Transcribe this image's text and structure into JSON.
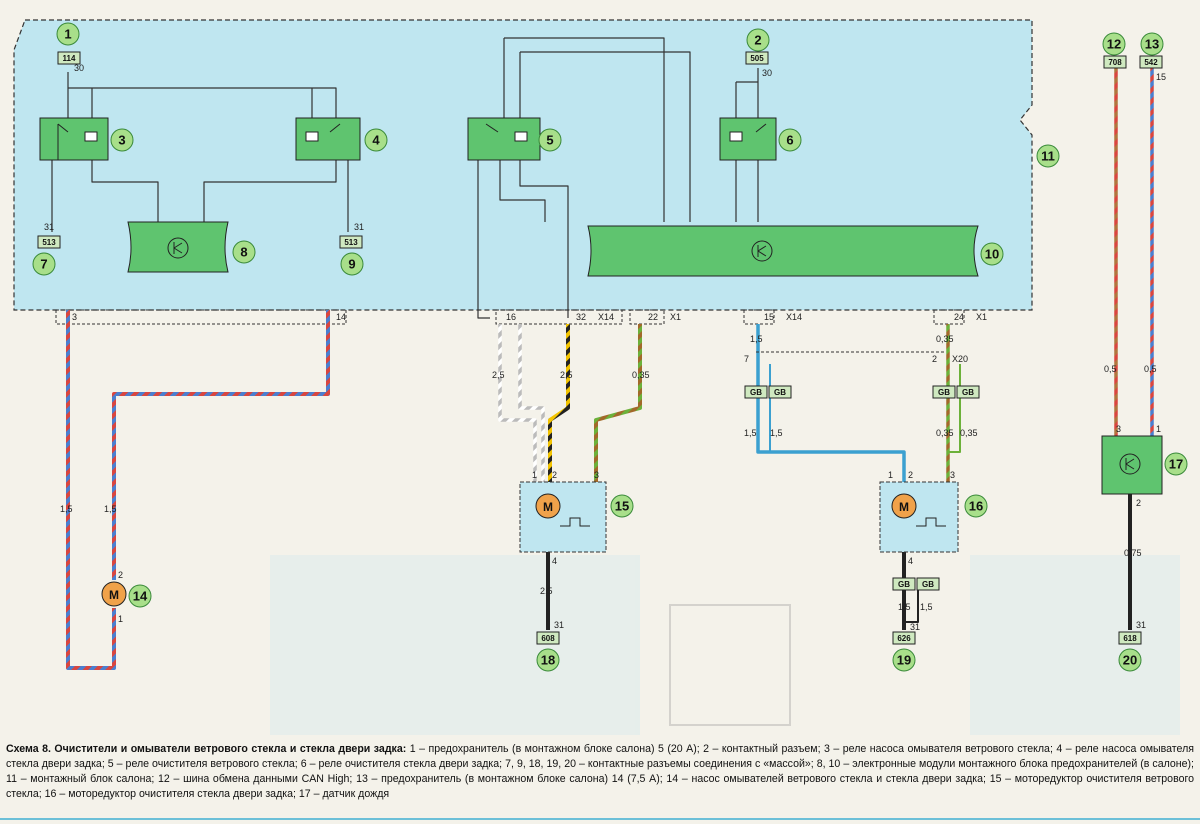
{
  "circles": [
    {
      "n": "1"
    },
    {
      "n": "2"
    },
    {
      "n": "3"
    },
    {
      "n": "4"
    },
    {
      "n": "5"
    },
    {
      "n": "6"
    },
    {
      "n": "7"
    },
    {
      "n": "8"
    },
    {
      "n": "9"
    },
    {
      "n": "10"
    },
    {
      "n": "11"
    },
    {
      "n": "12"
    },
    {
      "n": "13"
    },
    {
      "n": "14"
    },
    {
      "n": "15"
    },
    {
      "n": "16"
    },
    {
      "n": "17"
    },
    {
      "n": "18"
    },
    {
      "n": "19"
    },
    {
      "n": "20"
    }
  ],
  "tags": {
    "t114": "114",
    "t505": "505",
    "t513a": "513",
    "t513b": "513",
    "t708": "708",
    "t542": "542",
    "t608": "608",
    "t626": "626",
    "t618": "618",
    "gb": "GB"
  },
  "wire_labels": {
    "w30a": "30",
    "w30b": "30",
    "w31a": "31",
    "w31b": "31",
    "w15": "15",
    "w3": "3",
    "w14": "14",
    "w16": "16",
    "w32": "32",
    "x14a": "X14",
    "w22": "22",
    "x1a": "X1",
    "w15b": "15",
    "x14b": "X14",
    "w24": "24",
    "x1b": "X1",
    "s15a": "1,5",
    "s035a": "0,35",
    "s7": "7",
    "s2": "2",
    "x20": "X20",
    "s25a": "2,5",
    "s25b": "2,5",
    "s035b": "0,35",
    "s15b": "1,5",
    "s15c": "1,5",
    "s035c": "0,35",
    "s035d": "0,35",
    "s05a": "0,5",
    "s05b": "0,5",
    "s15d": "1,5",
    "s15e": "1,5",
    "p1a": "1",
    "p2a": "2",
    "p3a": "3",
    "p4a": "4",
    "p1b": "1",
    "p2b": "2",
    "p3b": "3",
    "p4b": "4",
    "p3c": "3",
    "p1c": "1",
    "p2c": "2",
    "m2": "2",
    "m1": "1",
    "s25c": "2,5",
    "s31c": "31",
    "s15f": "1,5",
    "s15g": "1,5",
    "s31d": "31",
    "s075": "0,75",
    "s31e": "31"
  },
  "motor_letter": "M",
  "caption": {
    "title": "Схема 8. Очистители и омыватели ветрового стекла и стекла двери задка:",
    "text": " 1 – предохранитель (в монтажном блоке салона) 5 (20 А); 2 – контактный разъем; 3 – реле насоса омывателя ветрового стекла; 4 – реле насоса омывателя стекла двери задка; 5 – реле очистителя ветрового стекла; 6 – реле очистителя стекла двери задка; 7, 9, 18, 19, 20 – контактные разъемы соединения с «массой»; 8, 10 – электронные модули монтажного блока предохранителей (в салоне); 11 – монтажный блок салона; 12 – шина обмена данными CAN High; 13 – предохранитель (в монтажном блоке салона) 14 (7,5 А); 14 – насос омывателей ветрового стекла и стекла двери задка; 15 – моторедуктор очистителя ветрового стекла; 16 – моторедуктор очистителя стекла двери задка; 17 – датчик дождя"
  },
  "colors": {
    "fusebox": "#bfe6f0",
    "module": "#5fc46f",
    "relay": "#5fc46f",
    "motor": "#f0a24a",
    "circle": "#a8df8a"
  }
}
